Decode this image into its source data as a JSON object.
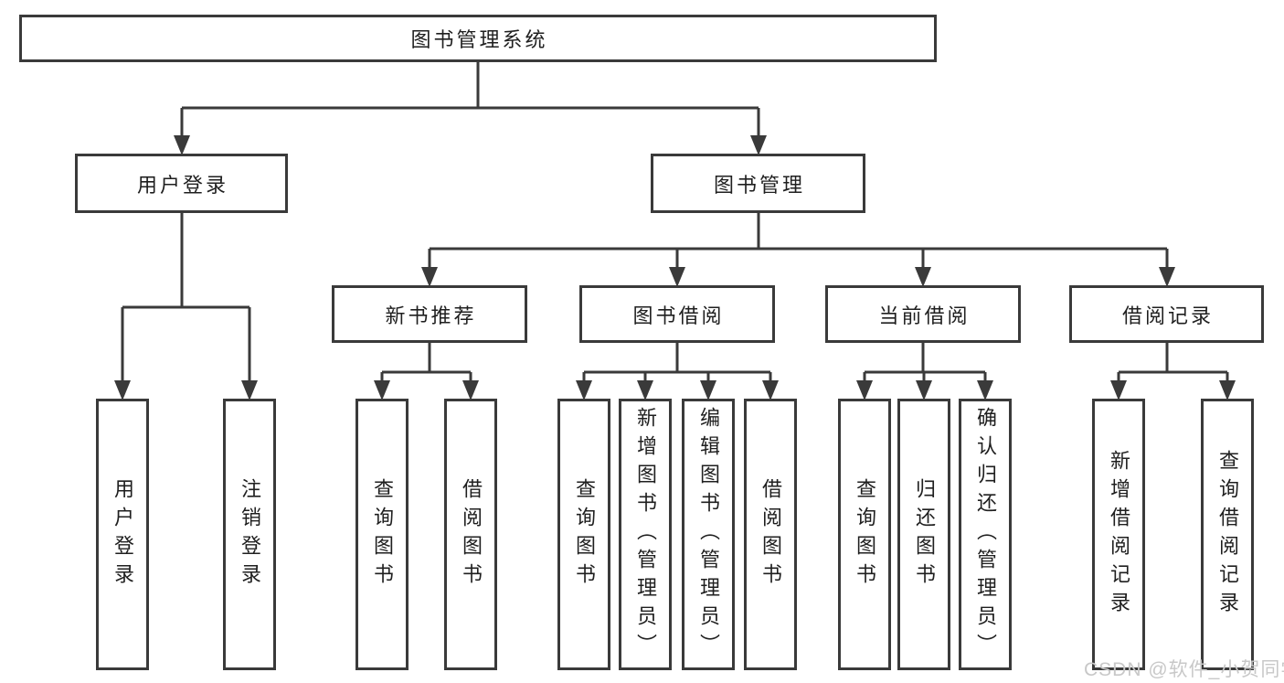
{
  "tree": {
    "root": "图书管理系统",
    "branches": [
      {
        "label": "用户登录",
        "leaves": [
          "用户登录",
          "注销登录"
        ]
      },
      {
        "label": "图书管理",
        "sections": [
          {
            "label": "新书推荐",
            "leaves": [
              "查询图书",
              "借阅图书"
            ]
          },
          {
            "label": "图书借阅",
            "leaves": [
              "查询图书",
              "新增图书（管理员）",
              "编辑图书（管理员）",
              "借阅图书"
            ]
          },
          {
            "label": "当前借阅",
            "leaves": [
              "查询图书",
              "归还图书",
              "确认归还（管理员）"
            ]
          },
          {
            "label": "借阅记录",
            "leaves": [
              "新增借阅记录",
              "查询借阅记录"
            ]
          }
        ]
      }
    ]
  },
  "watermark": {
    "text": "CSDN @软件_小贺同学"
  },
  "colors": {
    "line": "#3a3a3a",
    "text": "#1f1f1f",
    "watermark": "#c8c8c8",
    "background": "#ffffff"
  }
}
